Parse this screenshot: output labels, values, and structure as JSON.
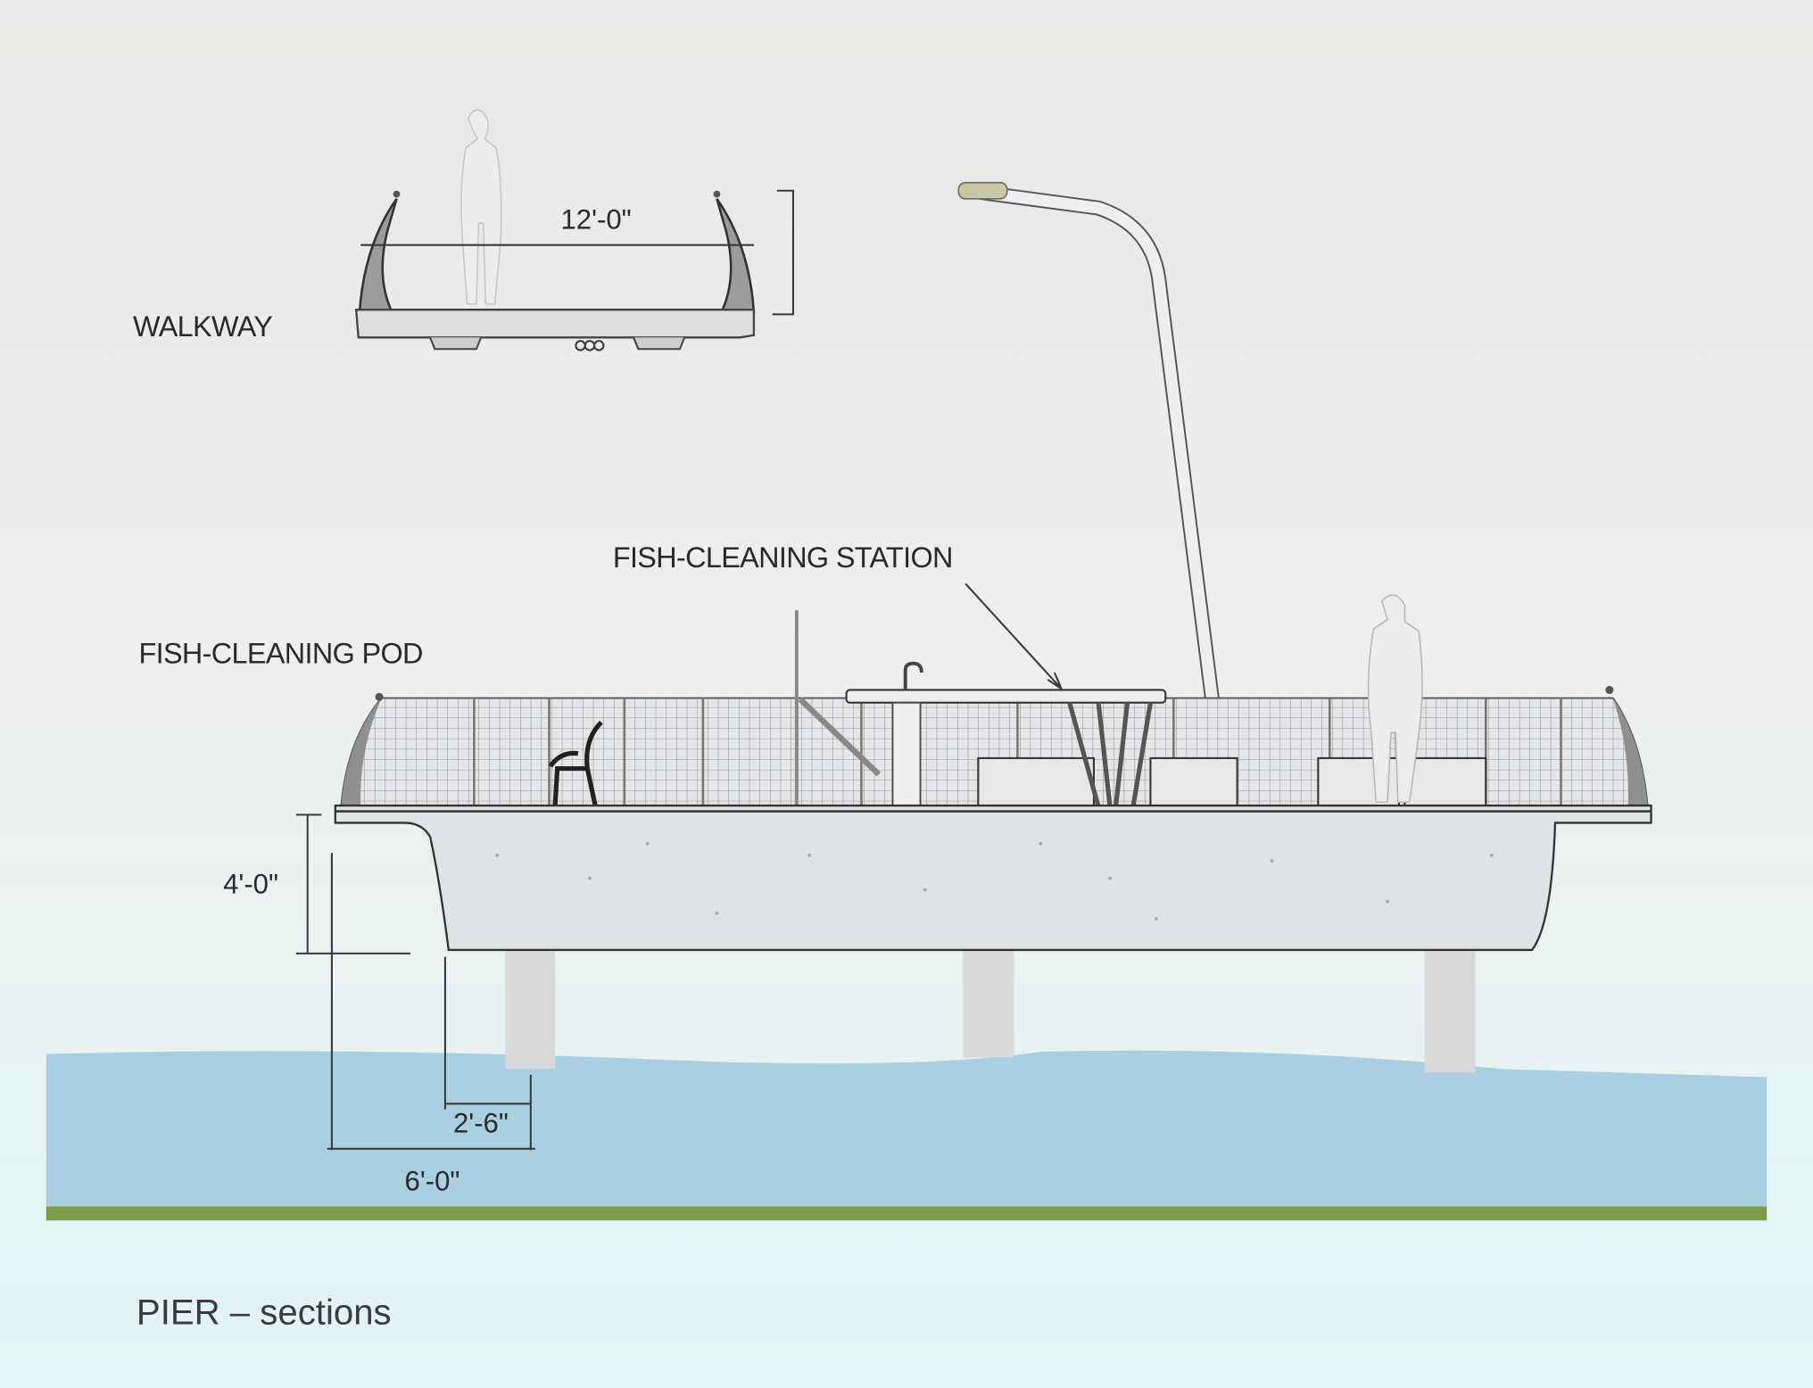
{
  "diagram": {
    "title": "PIER – sections",
    "walkway": {
      "label": "WALKWAY",
      "width_dimension": "12'-0\""
    },
    "pod": {
      "label": "FISH-CLEANING POD",
      "station_callout": "FISH-CLEANING STATION",
      "depth_dimension": "4'-0\"",
      "overhang_dimension": "2'-6\"",
      "pier_offset_dimension": "6'-0\""
    },
    "colors": {
      "water": "#a9cfe0",
      "ground": "#7e9a48",
      "concrete": "#dfe3e6",
      "background": "#eaecea"
    }
  }
}
